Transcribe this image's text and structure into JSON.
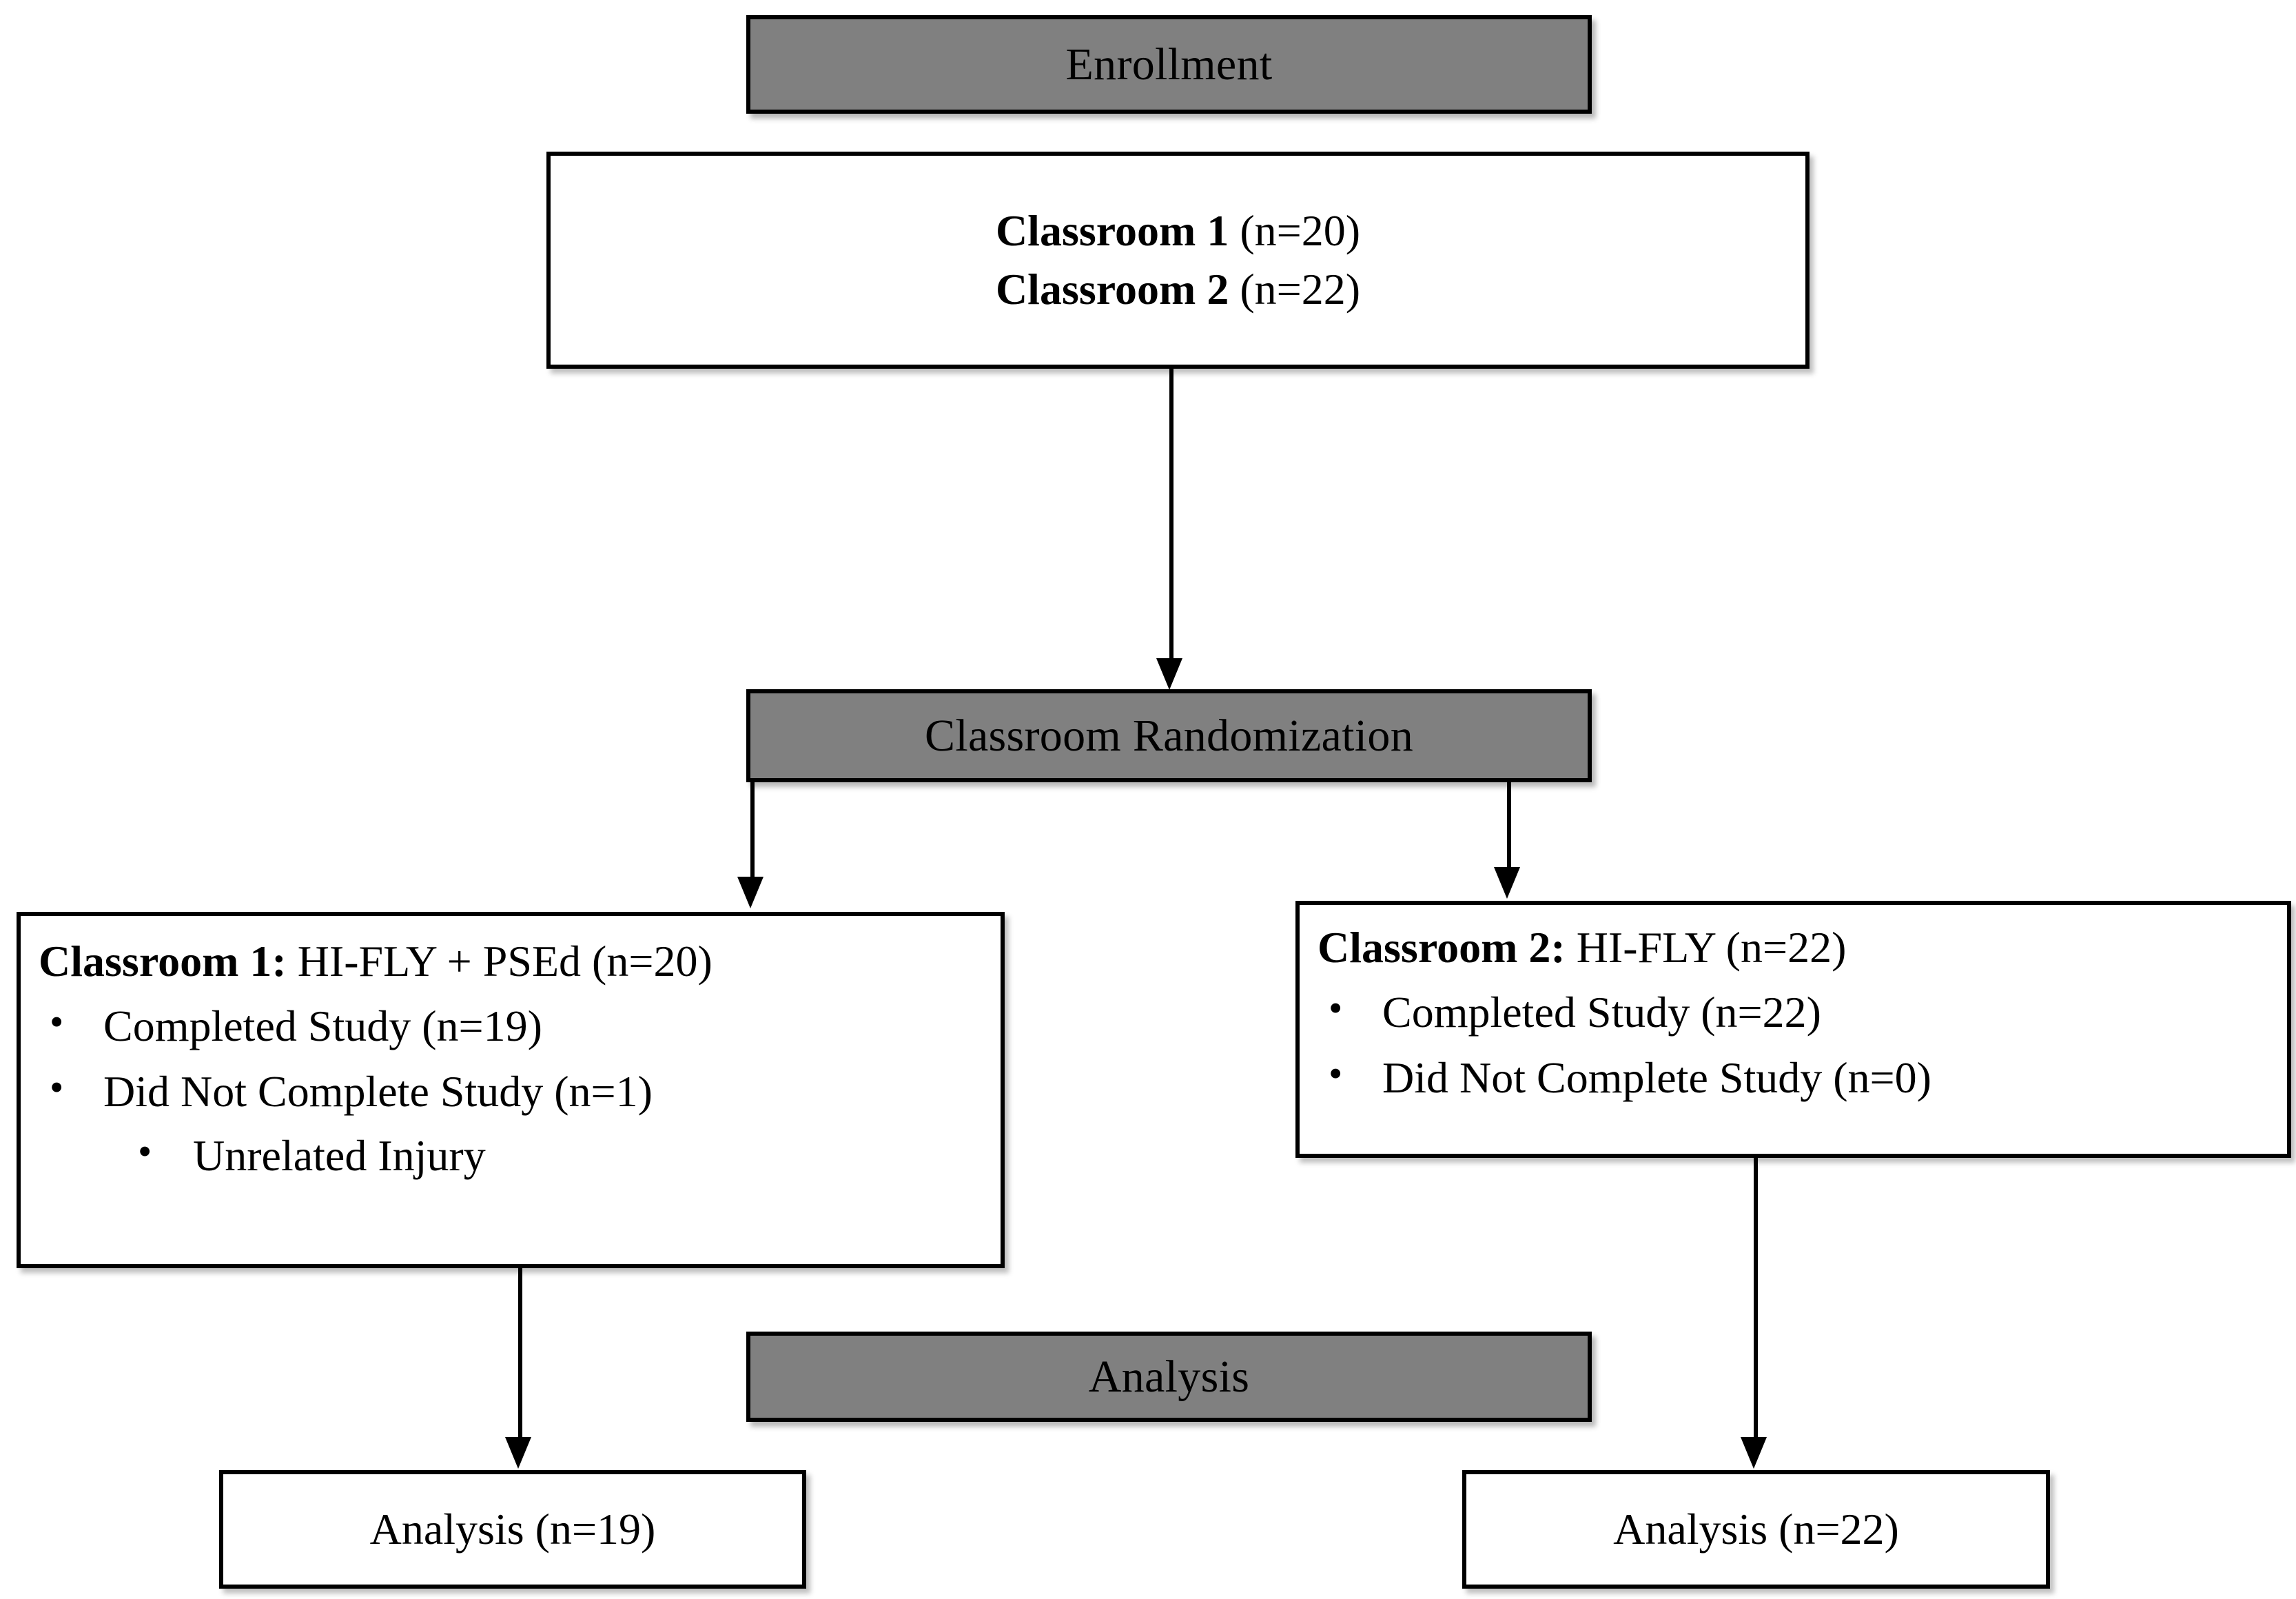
{
  "diagram": {
    "type": "consort-flow-diagram",
    "stages": {
      "enrollment_label": "Enrollment",
      "randomization_label": "Classroom Randomization",
      "analysis_label": "Analysis"
    },
    "enrollment_box": {
      "line1_bold": "Classroom 1",
      "line1_rest": " (n=20)",
      "line2_bold": "Classroom 2",
      "line2_rest": " (n=22)"
    },
    "arm_left": {
      "head_bold": "Classroom 1:",
      "head_rest": " HI-FLY + PSEd (n=20)",
      "bullets": [
        {
          "text": "Completed Study (n=19)",
          "level": 1
        },
        {
          "text": "Did Not Complete Study (n=1)",
          "level": 1
        },
        {
          "text": "Unrelated Injury",
          "level": 2
        }
      ]
    },
    "arm_right": {
      "head_bold": "Classroom 2:",
      "head_rest": " HI-FLY  (n=22)",
      "bullets": [
        {
          "text": "Completed Study (n=22)",
          "level": 1
        },
        {
          "text": "Did Not Complete Study (n=0)",
          "level": 1
        }
      ]
    },
    "analysis_left": "Analysis (n=19)",
    "analysis_right": "Analysis (n=22)",
    "colors": {
      "banner_fill": "#808080",
      "box_fill": "#ffffff",
      "border": "#000000",
      "text": "#000000"
    }
  }
}
